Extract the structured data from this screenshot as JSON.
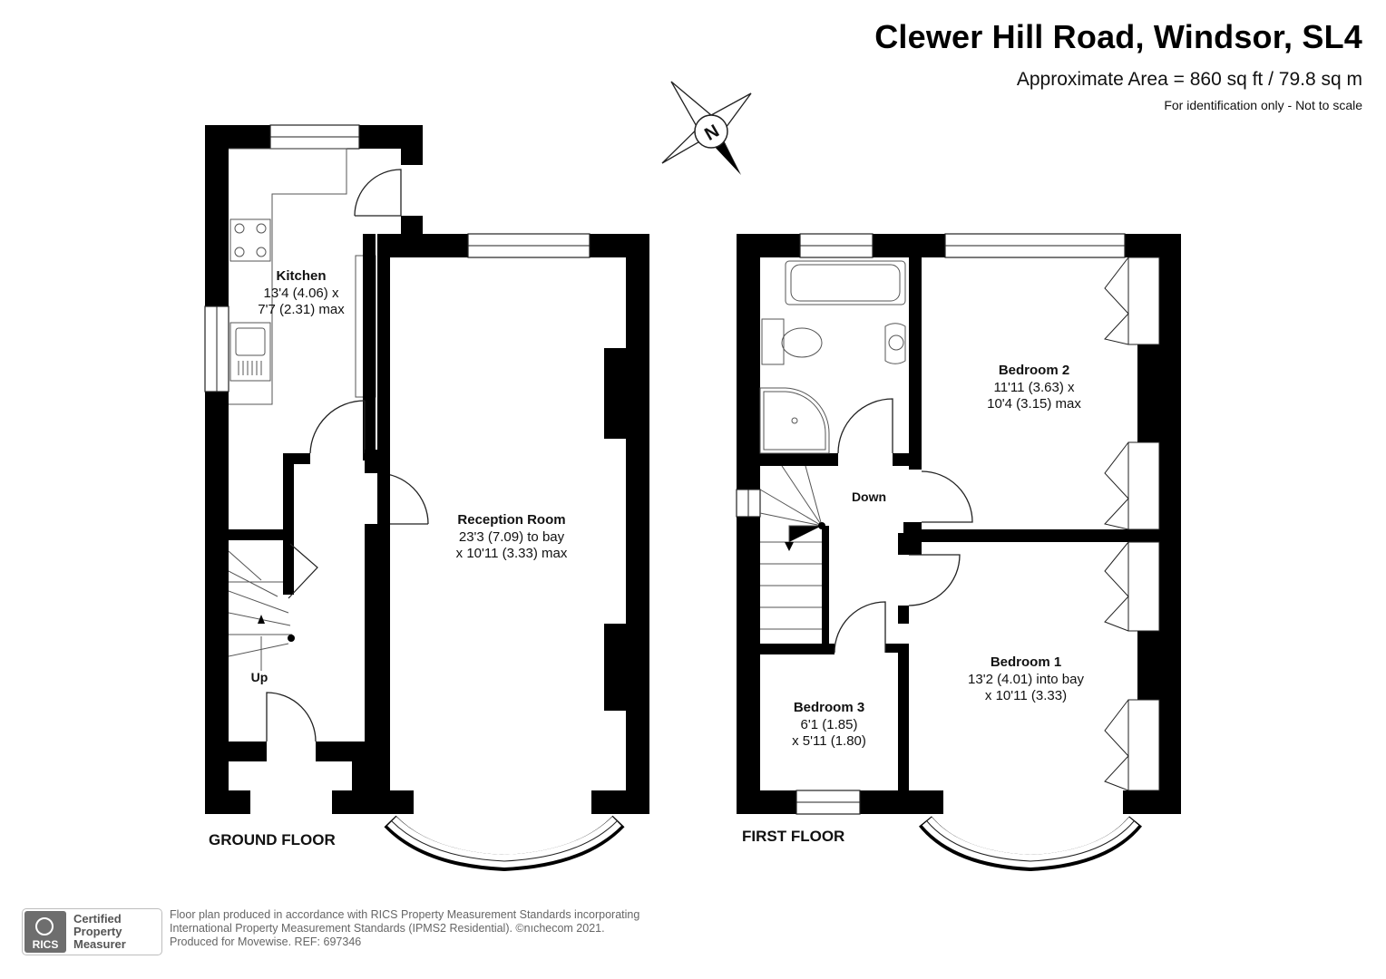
{
  "header": {
    "title": "Clewer Hill Road, Windsor, SL4",
    "area": "Approximate Area = 860 sq ft / 79.8 sq m",
    "note": "For identification only - Not to scale"
  },
  "compass": {
    "letter": "N"
  },
  "ground_floor": {
    "label": "GROUND FLOOR",
    "kitchen": {
      "name": "Kitchen",
      "dim1": "13'4 (4.06) x",
      "dim2": "7'7 (2.31) max"
    },
    "reception": {
      "name": "Reception Room",
      "dim1": "23'3 (7.09) to bay",
      "dim2": "x 10'11 (3.33) max"
    },
    "stairs_label": "Up"
  },
  "first_floor": {
    "label": "FIRST FLOOR",
    "bedroom2": {
      "name": "Bedroom 2",
      "dim1": "11'11 (3.63) x",
      "dim2": "10'4 (3.15) max"
    },
    "bedroom1": {
      "name": "Bedroom 1",
      "dim1": "13'2 (4.01) into bay",
      "dim2": "x 10'11 (3.33)"
    },
    "bedroom3": {
      "name": "Bedroom 3",
      "dim1": "6'1 (1.85)",
      "dim2": "x 5'11 (1.80)"
    },
    "stairs_label": "Down"
  },
  "footer": {
    "badge_logo": "RICS",
    "badge_line1": "Certified",
    "badge_line2": "Property",
    "badge_line3": "Measurer",
    "line1": "Floor plan produced in accordance with RICS Property Measurement Standards incorporating",
    "line2": "International Property Measurement Standards (IPMS2 Residential).  ©nıchecom 2021.",
    "line3": "Produced for Movewise.   REF:  697346"
  }
}
